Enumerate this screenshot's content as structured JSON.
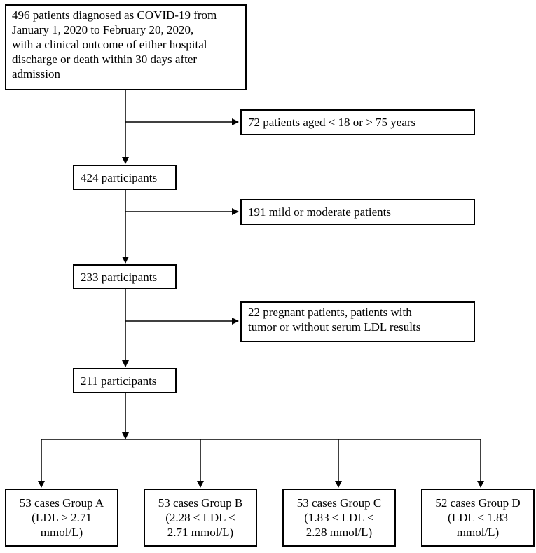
{
  "flowchart": {
    "initial": {
      "lines": [
        "496 patients diagnosed as COVID-19 from",
        "January 1, 2020 to February 20, 2020,",
        "with a clinical outcome of either hospital",
        "discharge or death within 30 days after",
        "admission"
      ]
    },
    "exclusions": [
      {
        "lines": [
          "72 patients aged < 18 or > 75 years"
        ]
      },
      {
        "lines": [
          "191 mild or moderate patients"
        ]
      },
      {
        "lines": [
          "22 pregnant patients, patients with",
          "tumor or without serum LDL results"
        ]
      }
    ],
    "steps": [
      {
        "label": "424 participants"
      },
      {
        "label": "233 participants"
      },
      {
        "label": "211 participants"
      }
    ],
    "groups": [
      {
        "lines": [
          "53 cases Group A",
          "(LDL ≥ 2.71",
          "mmol/L)"
        ]
      },
      {
        "lines": [
          "53 cases Group B",
          "(2.28 ≤ LDL <",
          "2.71 mmol/L)"
        ]
      },
      {
        "lines": [
          "53 cases Group C",
          "(1.83 ≤ LDL <",
          "2.28 mmol/L)"
        ]
      },
      {
        "lines": [
          "52 cases Group D",
          "(LDL < 1.83",
          "mmol/L)"
        ]
      }
    ]
  }
}
